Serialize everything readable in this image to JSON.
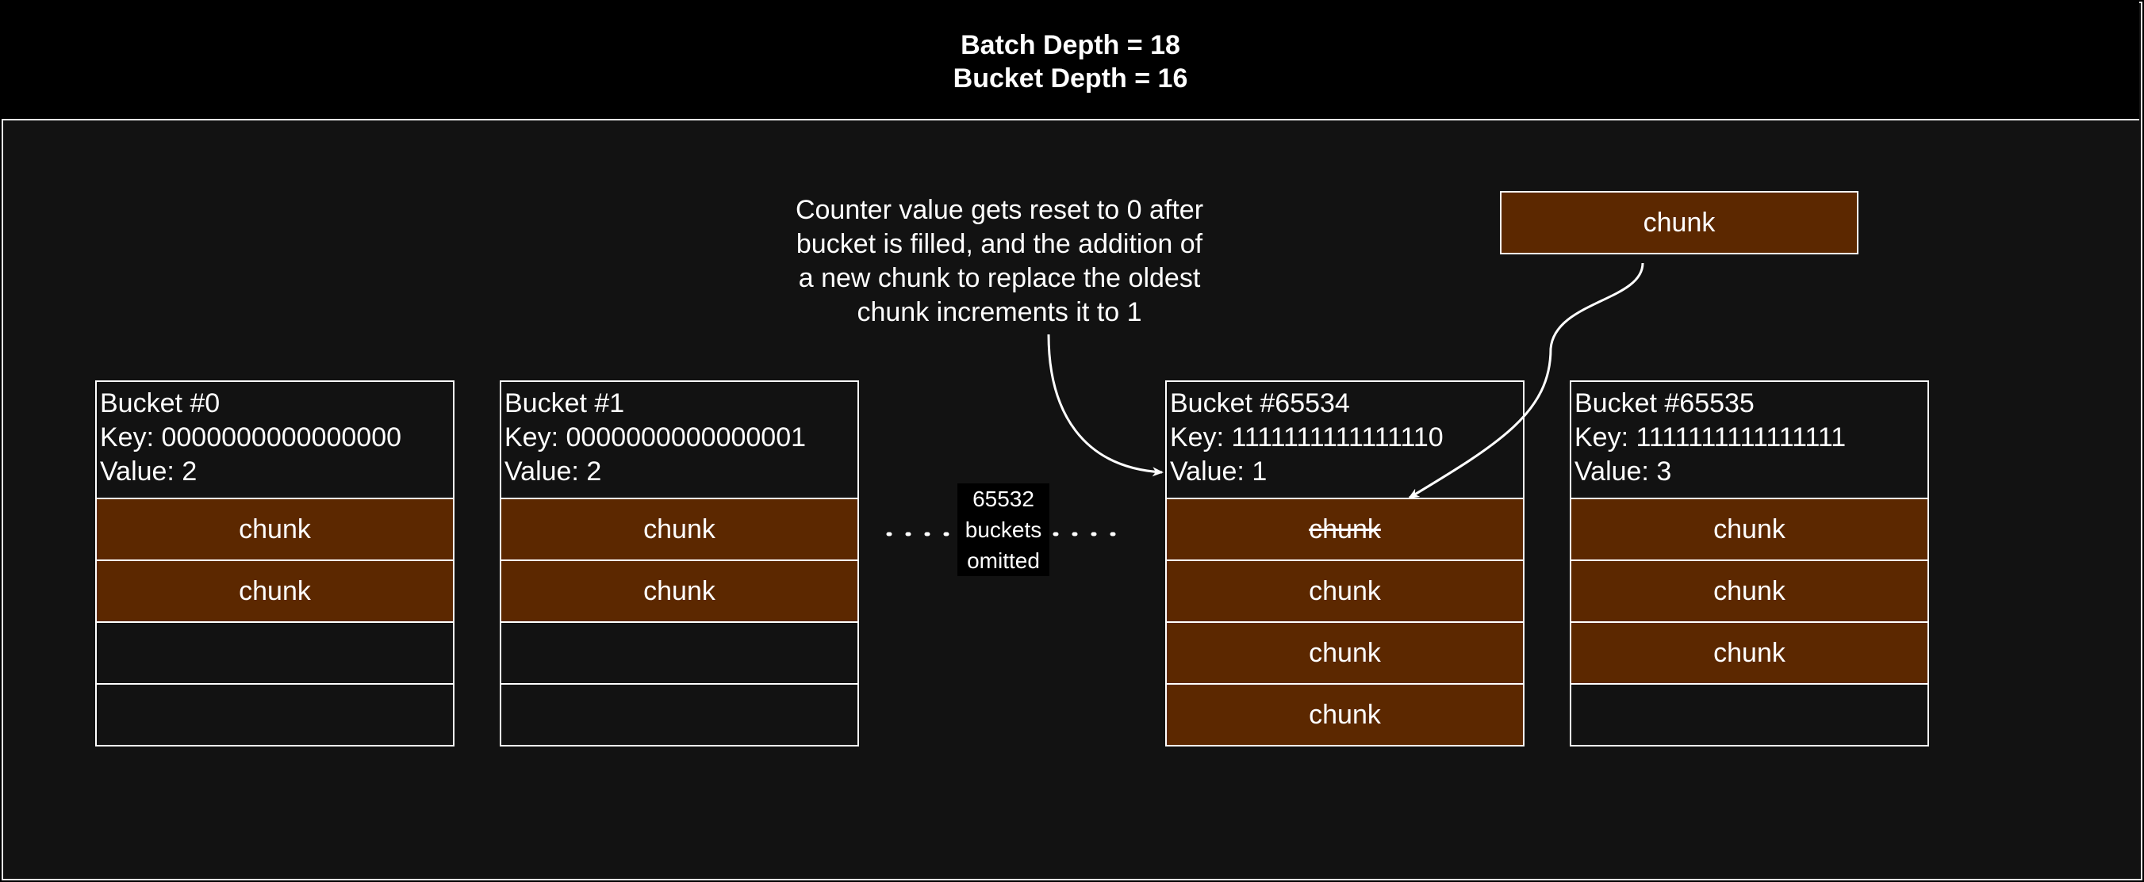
{
  "header": {
    "line1": "Batch Depth = 18",
    "line2": "Bucket Depth = 16"
  },
  "note": "Counter value gets reset to 0 after bucket is filled, and the addition of a new chunk to replace the oldest chunk increments it to 1",
  "note_lines": [
    "Counter value gets reset to 0 after",
    "bucket is filled, and the addition of",
    "a new chunk to replace the oldest",
    "chunk increments it to 1"
  ],
  "incoming_chunk": "chunk",
  "omitted": {
    "count": "65532",
    "word1": "buckets",
    "word2": "omitted"
  },
  "buckets": [
    {
      "title": "Bucket #0",
      "key": "Key: 0000000000000000",
      "value": "Value: 2",
      "slots": [
        {
          "label": "chunk",
          "filled": true
        },
        {
          "label": "chunk",
          "filled": true
        },
        {
          "label": "",
          "filled": false
        },
        {
          "label": "",
          "filled": false
        }
      ]
    },
    {
      "title": "Bucket #1",
      "key": "Key: 0000000000000001",
      "value": "Value: 2",
      "slots": [
        {
          "label": "chunk",
          "filled": true
        },
        {
          "label": "chunk",
          "filled": true
        },
        {
          "label": "",
          "filled": false
        },
        {
          "label": "",
          "filled": false
        }
      ]
    },
    {
      "title": "Bucket #65534",
      "key": "Key: 1111111111111110",
      "value": "Value: 1",
      "slots": [
        {
          "label": "chunk",
          "filled": true,
          "struck": true
        },
        {
          "label": "chunk",
          "filled": true
        },
        {
          "label": "chunk",
          "filled": true
        },
        {
          "label": "chunk",
          "filled": true
        }
      ]
    },
    {
      "title": "Bucket #65535",
      "key": "Key: 1111111111111111",
      "value": "Value: 3",
      "slots": [
        {
          "label": "chunk",
          "filled": true
        },
        {
          "label": "chunk",
          "filled": true
        },
        {
          "label": "chunk",
          "filled": true
        },
        {
          "label": "",
          "filled": false
        }
      ]
    }
  ],
  "colors": {
    "chunk_fill": "#5c2800",
    "background": "#121212",
    "header_background": "#000000",
    "line": "#ffffff"
  }
}
